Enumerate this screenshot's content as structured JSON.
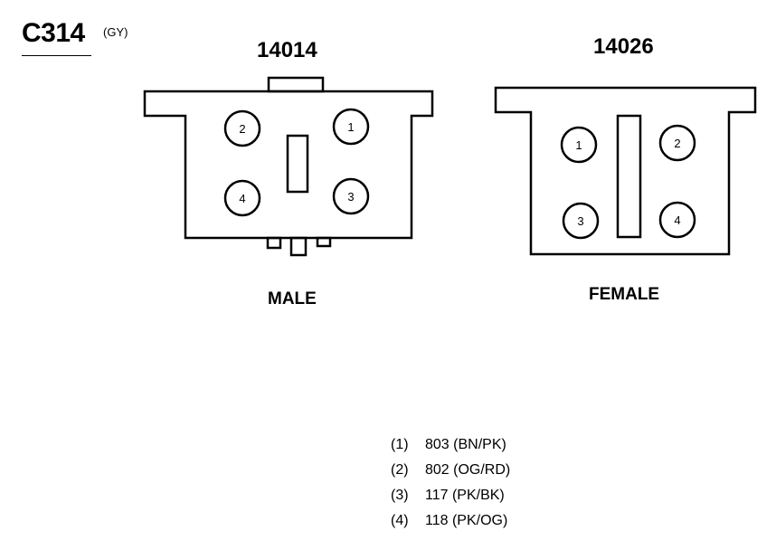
{
  "connector": {
    "id": "C314",
    "color_tag": "(GY)"
  },
  "male": {
    "part_number": "14014",
    "label": "MALE",
    "pins": [
      "1",
      "2",
      "3",
      "4"
    ]
  },
  "female": {
    "part_number": "14026",
    "label": "FEMALE",
    "pins": [
      "1",
      "2",
      "3",
      "4"
    ]
  },
  "circuits": [
    {
      "num": "(1)",
      "desc": "803 (BN/PK)"
    },
    {
      "num": "(2)",
      "desc": "802 (OG/RD)"
    },
    {
      "num": "(3)",
      "desc": "117 (PK/BK)"
    },
    {
      "num": "(4)",
      "desc": "118 (PK/OG)"
    }
  ]
}
